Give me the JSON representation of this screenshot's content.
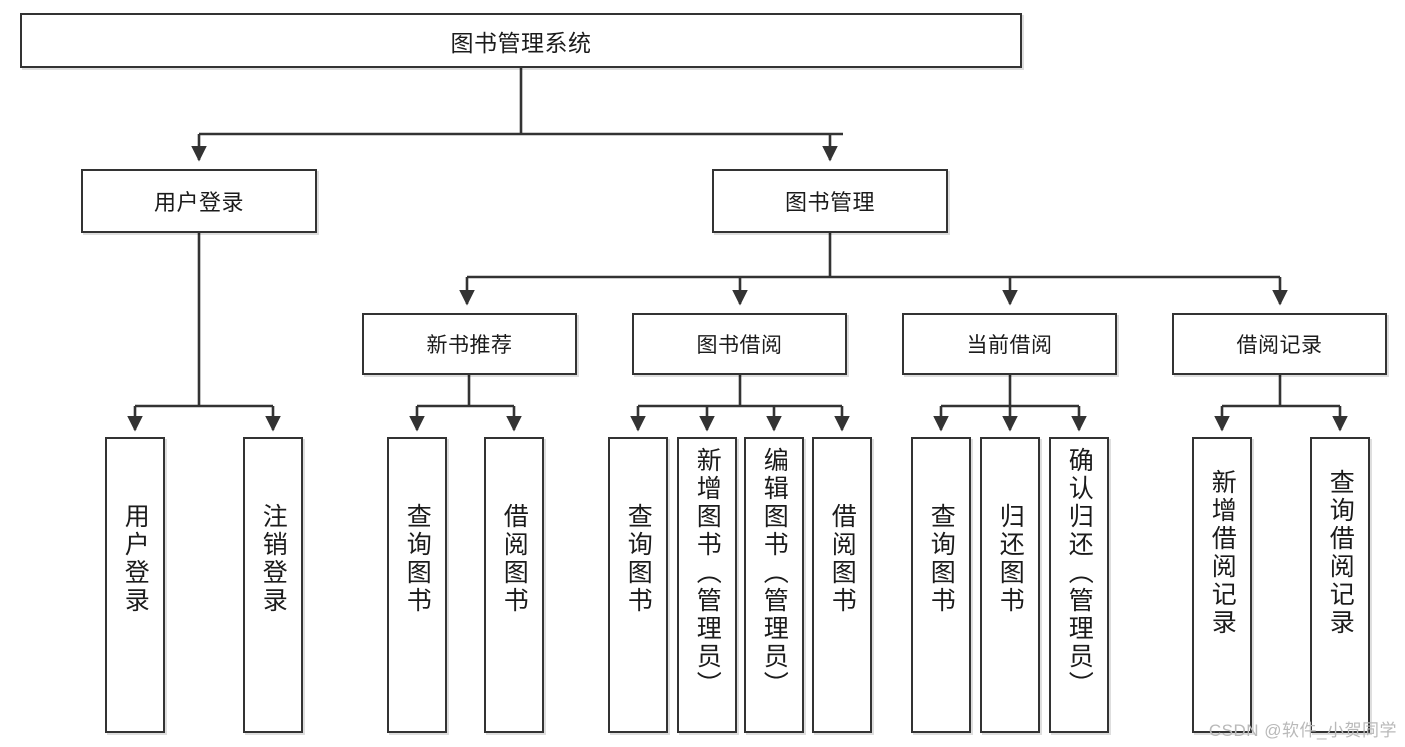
{
  "diagram": {
    "title": "图书管理系统",
    "type": "hierarchy-tree",
    "watermark": "CSDN @软件_小贺同学",
    "colors": {
      "background": "#ffffff",
      "node_border": "#333333",
      "node_fill": "#ffffff",
      "edge": "#333333",
      "text": "#1b1b1b",
      "watermark": "#b9b9b9"
    },
    "nodes": {
      "root": {
        "label": "图书管理系统"
      },
      "level2": [
        {
          "label": "用户登录"
        },
        {
          "label": "图书管理"
        }
      ],
      "level3": [
        {
          "label": "新书推荐"
        },
        {
          "label": "图书借阅"
        },
        {
          "label": "当前借阅"
        },
        {
          "label": "借阅记录"
        }
      ],
      "leaves": {
        "user_login": [
          {
            "label": "用户登录"
          },
          {
            "label": "注销登录"
          }
        ],
        "new_book_recommend": [
          {
            "label": "查询图书"
          },
          {
            "label": "借阅图书"
          }
        ],
        "book_borrow": [
          {
            "label": "查询图书"
          },
          {
            "label": "新增图书（管理员）"
          },
          {
            "label": "编辑图书（管理员）"
          },
          {
            "label": "借阅图书"
          }
        ],
        "current_borrow": [
          {
            "label": "查询图书"
          },
          {
            "label": "归还图书"
          },
          {
            "label": "确认归还（管理员）"
          }
        ],
        "borrow_record": [
          {
            "label": "新增借阅记录"
          },
          {
            "label": "查询借阅记录"
          }
        ]
      }
    }
  }
}
